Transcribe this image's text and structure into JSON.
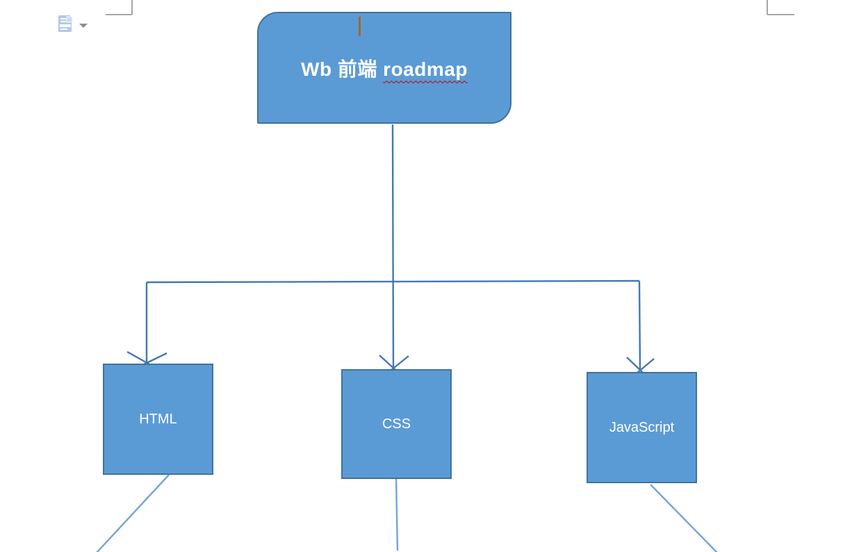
{
  "word_ui": {
    "paste_options_button": {
      "icon": "paste-options-clipboard",
      "dropdown_icon": "down-triangle"
    },
    "margin_marks": [
      "top-left",
      "top-right"
    ]
  },
  "diagram": {
    "root_node": {
      "full_label": "Wb 前端 roadmap",
      "text_prefix": "Wb 前端 ",
      "misspelled_word": "roadmap",
      "has_spellcheck_underline": true,
      "has_text_cursor": true
    },
    "child_nodes": [
      {
        "label": "HTML"
      },
      {
        "label": "CSS"
      },
      {
        "label": "JavaScript"
      }
    ],
    "connections": [
      {
        "from": "root",
        "to": "HTML",
        "arrowhead": "open"
      },
      {
        "from": "root",
        "to": "CSS",
        "arrowhead": "open"
      },
      {
        "from": "root",
        "to": "JavaScript",
        "arrowhead": "open"
      }
    ],
    "dangling_lines": [
      {
        "from": "HTML",
        "direction": "down-left"
      },
      {
        "from": "CSS",
        "direction": "down"
      },
      {
        "from": "JavaScript",
        "direction": "down-right"
      }
    ]
  },
  "colors": {
    "shape_fill": "#5b9bd5",
    "shape_border": "#41719c",
    "connector_dark": "#4477b3",
    "connector_light": "#74a3dd",
    "text": "#ffffff",
    "text_cursor": "#a5652f",
    "crop_mark": "#a6a6a6",
    "spellcheck_underline": "#c00000",
    "background": "#ffffff"
  }
}
